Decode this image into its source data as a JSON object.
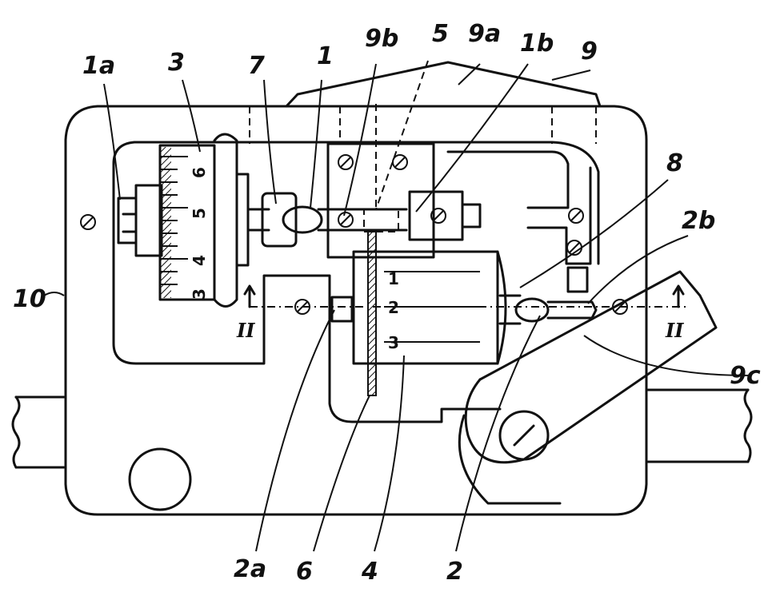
{
  "figure": {
    "reference_labels": {
      "l_1a": "1a",
      "l_3": "3",
      "l_7": "7",
      "l_1": "1",
      "l_9b": "9b",
      "l_5": "5",
      "l_9a": "9a",
      "l_1b": "1b",
      "l_9": "9",
      "l_8": "8",
      "l_2b": "2b",
      "l_10": "10",
      "l_9c": "9c",
      "l_2a": "2a",
      "l_6": "6",
      "l_4": "4",
      "l_2": "2"
    },
    "section_labels": {
      "left": "II",
      "right": "II"
    },
    "micrometer_scale": [
      "6",
      "5",
      "4",
      "3"
    ],
    "drum_scale": [
      "1",
      "2",
      "3"
    ]
  }
}
